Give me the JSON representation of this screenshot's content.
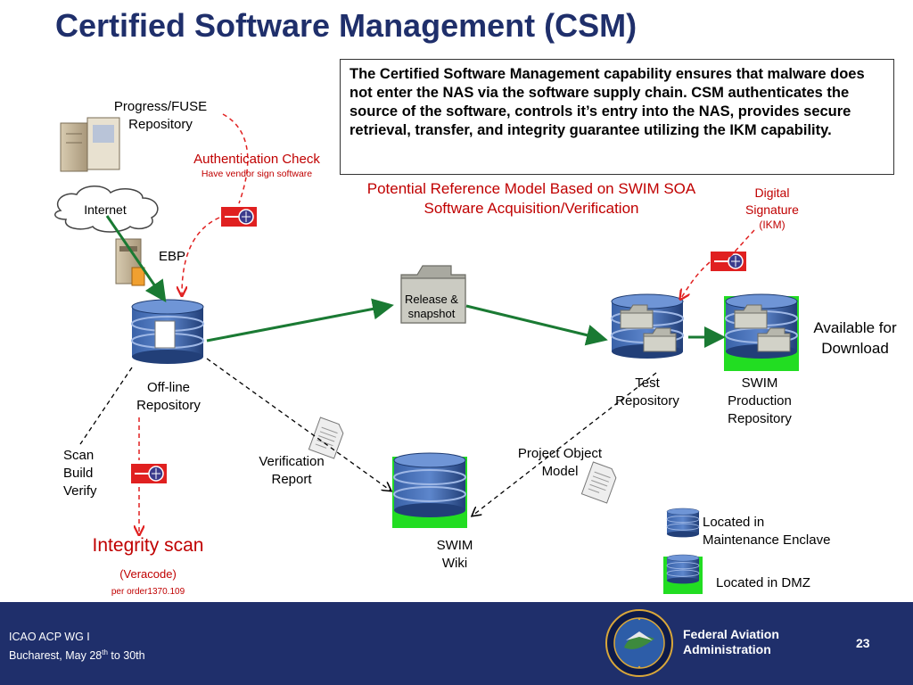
{
  "title": "Certified Software Management (CSM)",
  "info_text": "The Certified Software Management capability ensures that malware does not enter the NAS via the software supply chain. CSM authenticates the source of the software, controls it’s entry into the NAS, provides secure retrieval, transfer, and integrity guarantee utilizing the IKM  capability.",
  "ref_model": {
    "line1": "Potential Reference Model Based on SWIM SOA",
    "line2": "Software Acquisition/Verification"
  },
  "nodes": {
    "progress_repo": {
      "line1": "Progress/FUSE",
      "line2": "Repository"
    },
    "internet": "Internet",
    "ebp": "EBP",
    "offline_repo": {
      "line1": "Off-line",
      "line2": "Repository"
    },
    "release": {
      "line1": "Release &",
      "line2": "snapshot"
    },
    "test_repo": {
      "line1": "Test",
      "line2": "Repository"
    },
    "swim_prod": {
      "line1": "SWIM",
      "line2": "Production",
      "line3": "Repository"
    },
    "swim_wiki": {
      "line1": "SWIM",
      "line2": "Wiki"
    },
    "available": {
      "line1": "Available for",
      "line2": "Download"
    }
  },
  "annotations": {
    "auth_check": "Authentication Check",
    "auth_sub": "Have vendor sign software",
    "digital_sig": {
      "line1": "Digital",
      "line2": "Signature",
      "line3": "(IKM)"
    },
    "scan": {
      "line1": "Scan",
      "line2": "Build",
      "line3": "Verify"
    },
    "integrity": "Integrity scan",
    "veracode": "(Veracode)",
    "per_order": "per order1370.109",
    "verification": {
      "line1": "Verification",
      "line2": "Report"
    },
    "pom": {
      "line1": "Project Object",
      "line2": "Model"
    }
  },
  "legend": {
    "maintenance": {
      "line1": "Located in",
      "line2": "Maintenance Enclave"
    },
    "dmz": "Located in DMZ"
  },
  "footer": {
    "line1": "ICAO ACP WG I",
    "line2_pre": "Bucharest, May 28",
    "line2_sup": "th",
    "line2_post": " to 30th",
    "faa1": "Federal Aviation",
    "faa2": "Administration",
    "page": "23"
  },
  "colors": {
    "title": "#1f2f6b",
    "footer_bg": "#1f2f6b",
    "green_arrow": "#1a7a33",
    "red_dashed": "#e02020",
    "dmz_frame": "#22dd22",
    "db_blue": "#2a4f8c"
  }
}
